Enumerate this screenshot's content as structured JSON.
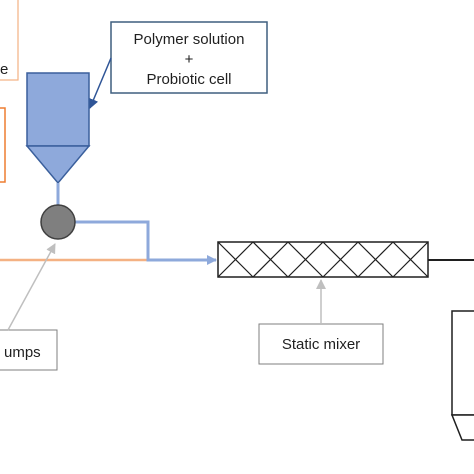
{
  "labels": {
    "polymer_line1": "Polymer solution",
    "polymer_line2": "+",
    "polymer_line3": "Probiotic cell",
    "left_top_fragment": "e",
    "pumps_fragment": "umps",
    "static_mixer": "Static mixer"
  },
  "colors": {
    "hopper_fill": "#8EA9DB",
    "hopper_stroke": "#3A5F9C",
    "polymer_line": "#8EA9DB",
    "orange_line": "#F4B183",
    "orange_text": "#ED7D31",
    "label_box_border": "#3F5F7F",
    "gray_arrow": "#BFBFBF",
    "pump_fill": "#7F7F7F",
    "mixer_stroke": "#1F1F1F"
  }
}
